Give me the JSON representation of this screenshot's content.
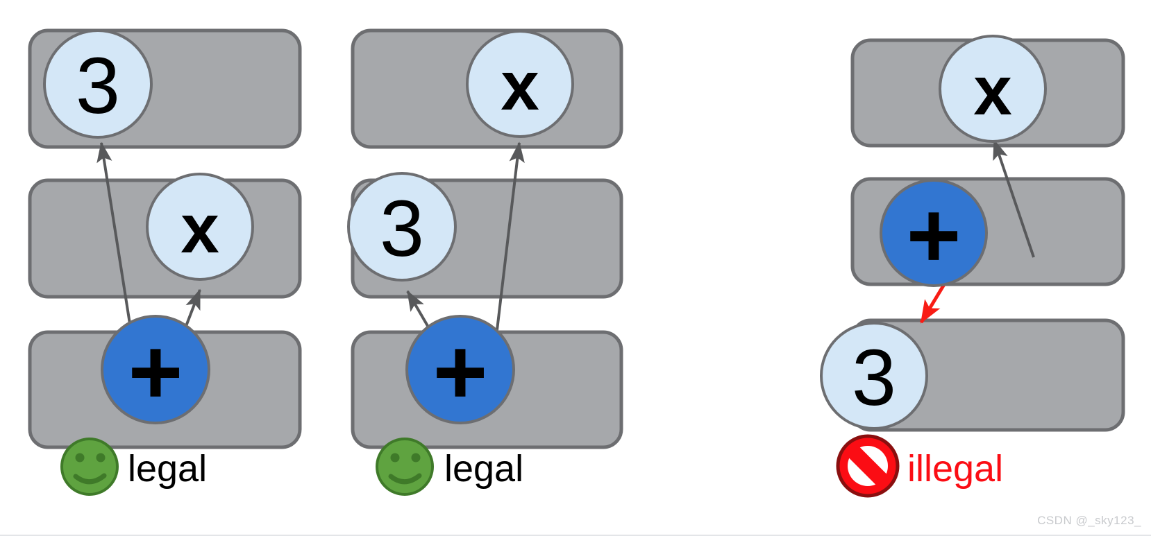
{
  "figure": {
    "background_color": "#ffffff",
    "bar_fill": "#a6a8ab",
    "bar_stroke": "#6d6e71",
    "operand_node_fill": "#d4e7f7",
    "operator_node_fill": "#3276d1",
    "legal_arrow_color": "#58595b",
    "illegal_arrow_color": "#f81c15",
    "smiley_color": "#5fa340",
    "ban_color": "#fb0d14"
  },
  "panels": [
    {
      "id": "panel-1",
      "verdict": "legal",
      "verdict_icon": "smiley-icon",
      "slots": [
        {
          "row": 1,
          "node": "3",
          "node_type": "operand",
          "position": "left"
        },
        {
          "row": 2,
          "node": "x",
          "node_type": "operand",
          "position": "center"
        },
        {
          "row": 3,
          "node": "+",
          "node_type": "operator",
          "position": "center"
        }
      ],
      "edges": [
        {
          "from": "+",
          "to": "3",
          "color": "#58595b",
          "kind": "dependence"
        },
        {
          "from": "+",
          "to": "x",
          "color": "#58595b",
          "kind": "dependence"
        }
      ]
    },
    {
      "id": "panel-2",
      "verdict": "legal",
      "verdict_icon": "smiley-icon",
      "slots": [
        {
          "row": 1,
          "node": "x",
          "node_type": "operand",
          "position": "right"
        },
        {
          "row": 2,
          "node": "3",
          "node_type": "operand",
          "position": "left"
        },
        {
          "row": 3,
          "node": "+",
          "node_type": "operator",
          "position": "center"
        }
      ],
      "edges": [
        {
          "from": "+",
          "to": "3",
          "color": "#58595b",
          "kind": "dependence"
        },
        {
          "from": "+",
          "to": "x",
          "color": "#58595b",
          "kind": "dependence"
        }
      ]
    },
    {
      "id": "panel-3",
      "verdict": "illegal",
      "verdict_icon": "no-entry-icon",
      "slots": [
        {
          "row": 1,
          "node": "x",
          "node_type": "operand",
          "position": "right"
        },
        {
          "row": 2,
          "node": "+",
          "node_type": "operator",
          "position": "center"
        },
        {
          "row": 3,
          "node": "3",
          "node_type": "operand",
          "position": "left"
        }
      ],
      "edges": [
        {
          "from": "+",
          "to": "x",
          "color": "#58595b",
          "kind": "dependence"
        },
        {
          "from": "+",
          "to": "3",
          "color": "#f81c15",
          "kind": "violation"
        }
      ]
    }
  ],
  "labels": {
    "node_three": "3",
    "node_x": "x",
    "node_plus": "+",
    "legal": "legal",
    "illegal": "illegal"
  },
  "watermark": {
    "text": "CSDN @_sky123_"
  }
}
